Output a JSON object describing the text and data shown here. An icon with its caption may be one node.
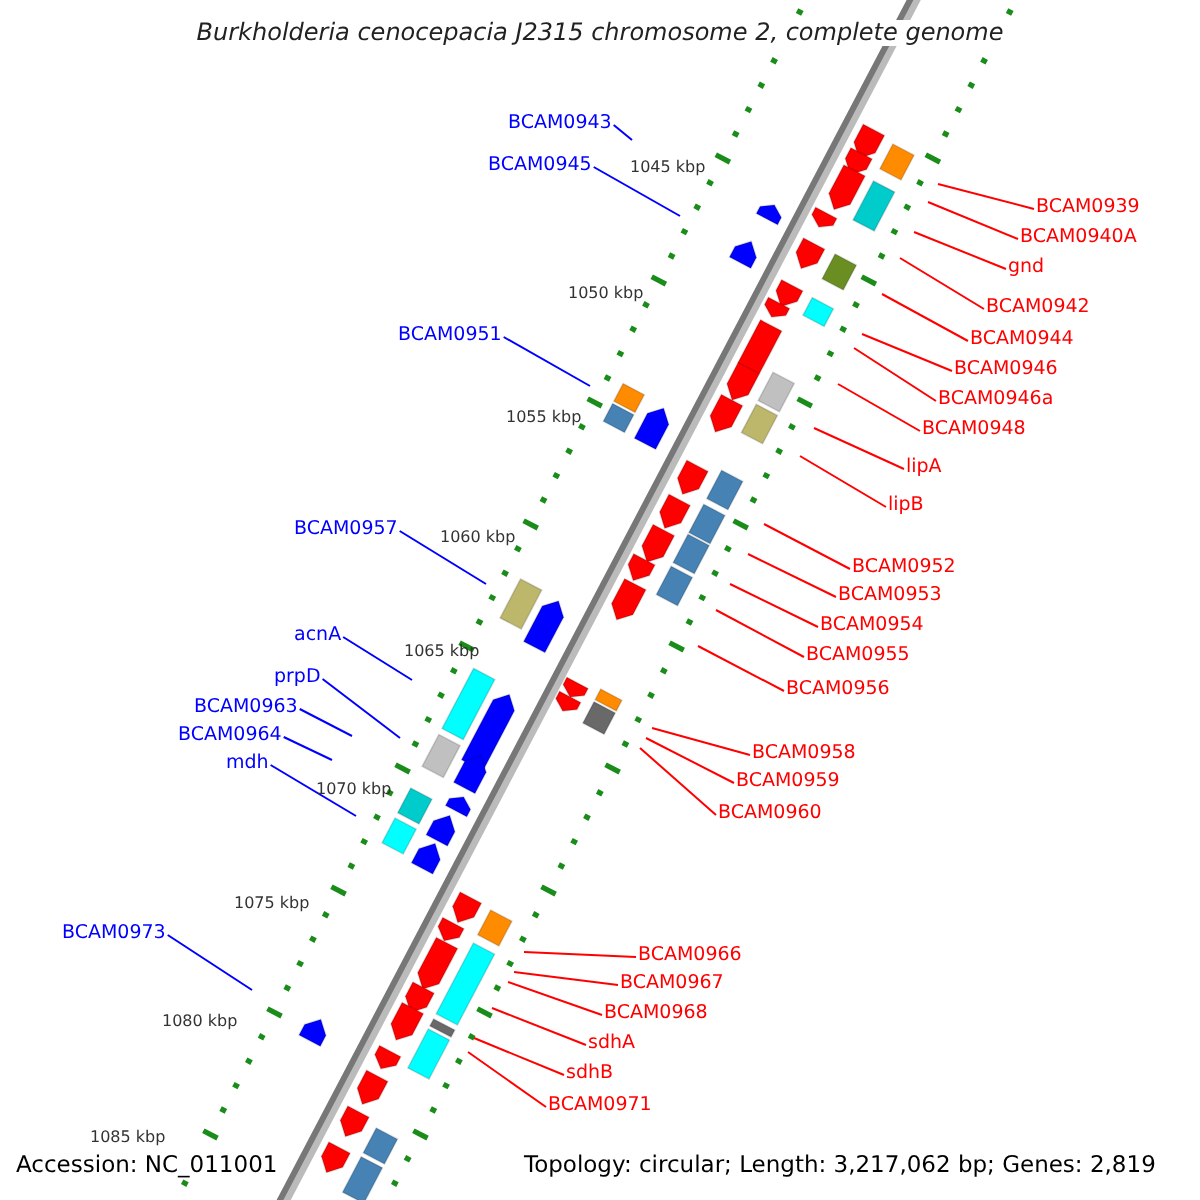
{
  "diagram": {
    "title": "Burkholderia cenocepacia J2315 chromosome 2, complete genome",
    "nodes": [
      {
        "text": [
          "BCAM0943"
        ]
      },
      {
        "text": [
          "BCAM0945"
        ]
      },
      {
        "text": [
          "BCAM0939"
        ]
      },
      {
        "text": [
          "BCAM0940A"
        ]
      },
      {
        "text": [
          "gnd"
        ]
      },
      {
        "text": [
          "BCAM0942"
        ]
      },
      {
        "text": [
          "BCAM0951"
        ]
      },
      {
        "text": [
          "BCAM0944"
        ]
      },
      {
        "text": [
          "BCAM0946"
        ]
      },
      {
        "text": [
          "BCAM0946a"
        ]
      },
      {
        "text": [
          "BCAM0948"
        ]
      },
      {
        "text": [
          "lipA"
        ]
      },
      {
        "text": [
          "lipB"
        ]
      },
      {
        "text": [
          "BCAM0957"
        ]
      },
      {
        "text": [
          "BCAM0952"
        ]
      },
      {
        "text": [
          "BCAM0953"
        ]
      },
      {
        "text": [
          "BCAM0954"
        ]
      },
      {
        "text": [
          "acnA"
        ]
      },
      {
        "text": [
          "BCAM0955"
        ]
      },
      {
        "text": [
          "prpD"
        ]
      },
      {
        "text": [
          "BCAM0956"
        ]
      },
      {
        "text": [
          "BCAM0963"
        ]
      },
      {
        "text": [
          "BCAM0964"
        ]
      },
      {
        "text": [
          "BCAM0958"
        ]
      },
      {
        "text": [
          "mdh"
        ]
      },
      {
        "text": [
          "BCAM0959"
        ]
      },
      {
        "text": [
          "BCAM0960"
        ]
      },
      {
        "text": [
          "BCAM0973"
        ]
      },
      {
        "text": [
          "BCAM0966"
        ]
      },
      {
        "text": [
          "BCAM0967"
        ]
      },
      {
        "text": [
          "BCAM0968"
        ]
      },
      {
        "text": [
          "sdhA"
        ]
      },
      {
        "text": [
          "sdhB"
        ]
      },
      {
        "text": [
          "BCAM0971"
        ]
      }
    ],
    "edges": [
      {
        "from": 0,
        "to": null,
        "arrow": "none",
        "color": "#0000ff"
      },
      {
        "from": 1,
        "to": null,
        "arrow": "none",
        "color": "#0000ff"
      },
      {
        "from": 2,
        "to": null,
        "arrow": "none"
      },
      {
        "from": 3,
        "to": null,
        "arrow": "none"
      },
      {
        "from": 4,
        "to": null,
        "arrow": "none"
      },
      {
        "from": 5,
        "to": null,
        "arrow": "none"
      },
      {
        "from": 6,
        "to": null,
        "arrow": "none",
        "color": "#0000ff"
      },
      {
        "from": 7,
        "to": null,
        "arrow": "none"
      },
      {
        "from": 8,
        "to": null,
        "arrow": "none"
      },
      {
        "from": 9,
        "to": null,
        "arrow": "none"
      },
      {
        "from": 10,
        "to": null,
        "arrow": "none"
      },
      {
        "from": 11,
        "to": null,
        "arrow": "none"
      },
      {
        "from": 12,
        "to": null,
        "arrow": "none"
      },
      {
        "from": 13,
        "to": null,
        "arrow": "none",
        "color": "#0000ff"
      },
      {
        "from": 14,
        "to": null,
        "arrow": "none"
      },
      {
        "from": 15,
        "to": null,
        "arrow": "none"
      },
      {
        "from": 16,
        "to": null,
        "arrow": "none"
      },
      {
        "from": 17,
        "to": null,
        "arrow": "none",
        "color": "#0000ff"
      },
      {
        "from": 18,
        "to": null,
        "arrow": "none"
      },
      {
        "from": 19,
        "to": null,
        "arrow": "none",
        "color": "#0000ff"
      },
      {
        "from": 20,
        "to": null,
        "arrow": "none"
      },
      {
        "from": 21,
        "to": null,
        "arrow": "none",
        "color": "#0000ff"
      },
      {
        "from": 22,
        "to": null,
        "arrow": "none",
        "color": "#0000ff"
      },
      {
        "from": 23,
        "to": null,
        "arrow": "none"
      },
      {
        "from": 24,
        "to": null,
        "arrow": "none",
        "color": "#0000ff"
      },
      {
        "from": 25,
        "to": null,
        "arrow": "none"
      },
      {
        "from": 26,
        "to": null,
        "arrow": "none"
      },
      {
        "from": 27,
        "to": null,
        "arrow": "none",
        "color": "#0000ff"
      },
      {
        "from": 28,
        "to": null,
        "arrow": "none"
      },
      {
        "from": 29,
        "to": null,
        "arrow": "none"
      },
      {
        "from": 30,
        "to": null,
        "arrow": "none"
      },
      {
        "from": 31,
        "to": null,
        "arrow": "none"
      },
      {
        "from": 32,
        "to": null,
        "arrow": "none"
      },
      {
        "from": 33,
        "to": null,
        "arrow": "none"
      }
    ],
    "labels": [
      "1045 kbp",
      "1050 kbp",
      "1055 kbp",
      "1060 kbp",
      "1065 kbp",
      "1070 kbp",
      "1075 kbp",
      "1080 kbp",
      "1085 kbp",
      "Accession: NC_011001",
      "Topology: circular; Length: 3,217,062 bp; Genes: 2,819"
    ]
  }
}
